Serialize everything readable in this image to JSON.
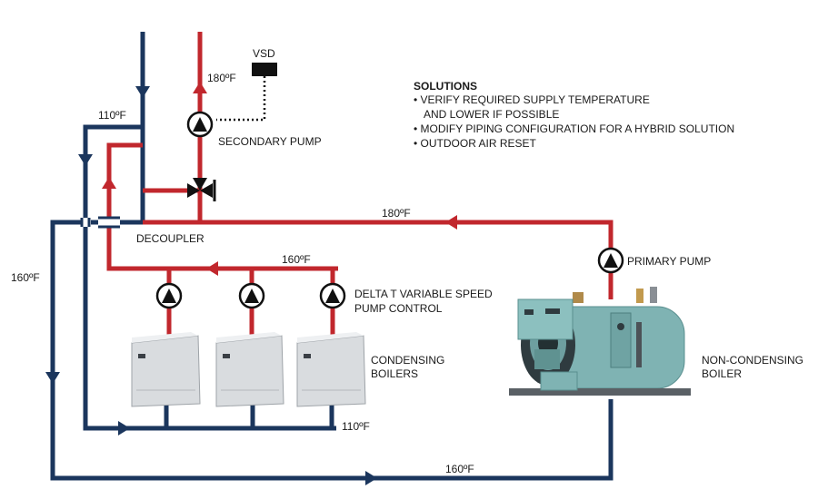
{
  "colors": {
    "supply": "#c1272d",
    "return": "#1b365d",
    "background": "#ffffff",
    "boiler_body": "#7fb3b3",
    "condensing_boiler": "#d9dcdf"
  },
  "labels": {
    "vsd": "VSD",
    "temp_top_supply": "180ºF",
    "temp_top_return": "110ºF",
    "secondary_pump": "SECONDARY PUMP",
    "temp_primary_loop": "180ºF",
    "decoupler": "DECOUPLER",
    "temp_condensing_supply": "160ºF",
    "delta_t": "DELTA T VARIABLE SPEED",
    "pump_control": "PUMP CONTROL",
    "primary_pump": "PRIMARY PUMP",
    "temp_left_return": "160ºF",
    "condensing_1": "CONDENSING",
    "condensing_2": "BOILERS",
    "non_condensing_1": "NON-CONDENSING",
    "non_condensing_2": "BOILER",
    "temp_condensing_return": "110ºF",
    "temp_bottom_return": "160ºF"
  },
  "solutions": {
    "title": "SOLUTIONS",
    "items": [
      "• VERIFY REQUIRED SUPPLY TEMPERATURE",
      "AND LOWER IF POSSIBLE",
      "• MODIFY PIPING CONFIGURATION FOR A HYBRID SOLUTION",
      "• OUTDOOR AIR RESET"
    ]
  },
  "icons": [
    "pump-icon",
    "three-way-valve-icon",
    "vsd-box-icon",
    "condensing-boiler-icon",
    "non-condensing-boiler-icon",
    "flow-arrow-icon"
  ]
}
